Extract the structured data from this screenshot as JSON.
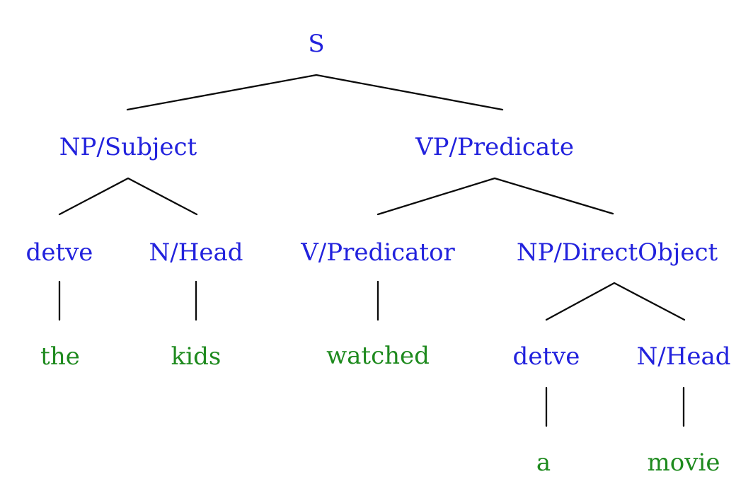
{
  "figure": {
    "type": "syntax-tree",
    "sentence": "the kids watched a movie"
  },
  "colors": {
    "background": "#ffffff",
    "nonterminal": "#2222dd",
    "terminal": "#1e8a1e",
    "edge": "#0a0a0a"
  },
  "tree": {
    "label": "S",
    "children": [
      {
        "label": "NP/Subject",
        "children": [
          {
            "label": "detve",
            "children": [
              {
                "label": "the",
                "terminal": true
              }
            ]
          },
          {
            "label": "N/Head",
            "children": [
              {
                "label": "kids",
                "terminal": true
              }
            ]
          }
        ]
      },
      {
        "label": "VP/Predicate",
        "children": [
          {
            "label": "V/Predicator",
            "children": [
              {
                "label": "watched",
                "terminal": true
              }
            ]
          },
          {
            "label": "NP/DirectObject",
            "children": [
              {
                "label": "detve",
                "children": [
                  {
                    "label": "a",
                    "terminal": true
                  }
                ]
              },
              {
                "label": "N/Head",
                "children": [
                  {
                    "label": "movie",
                    "terminal": true
                  }
                ]
              }
            ]
          }
        ]
      }
    ]
  }
}
